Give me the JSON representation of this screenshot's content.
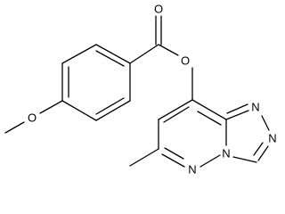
{
  "molecule": {
    "atoms": {
      "o_carbonyl": "O",
      "o_ester": "O",
      "o_methoxy": "O",
      "n_triazole_1": "N",
      "n_triazole_2": "N",
      "n_pyridazine": "N",
      "n_bridge": "N"
    }
  }
}
